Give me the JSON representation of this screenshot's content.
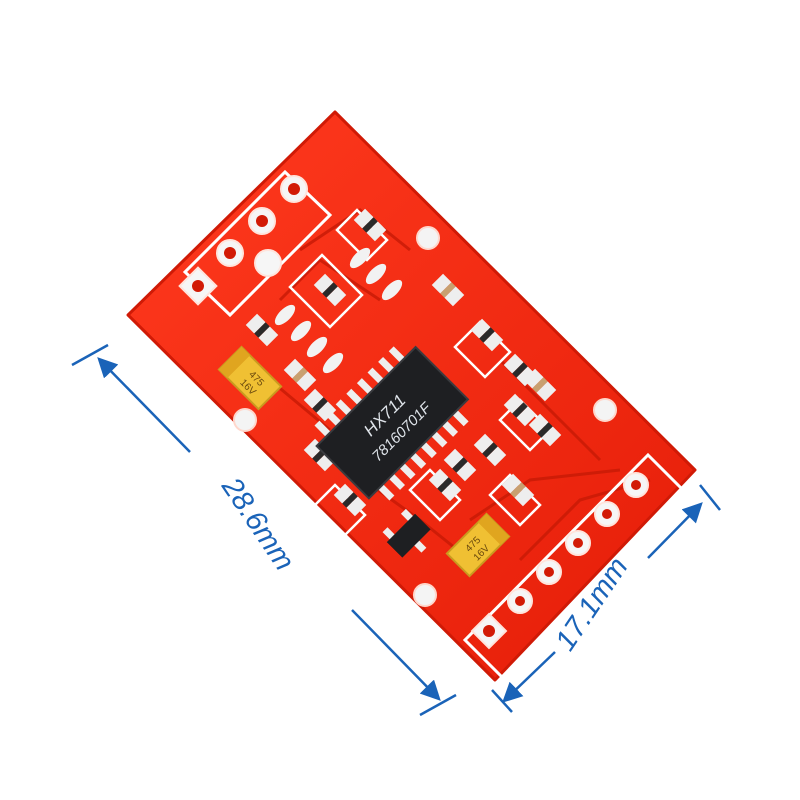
{
  "product": {
    "chip_marking": "HX711",
    "chip_code": "78160701F",
    "capacitor_marking": "475",
    "capacitor_rating": "16V"
  },
  "dimensions": {
    "length": "28.6mm",
    "width": "17.1mm"
  },
  "colors": {
    "pcb": "#f2260f",
    "silkscreen": "#ffffff",
    "pad": "#f6f6f6",
    "ic_body": "#1e1f22",
    "capacitor": "#f0c033",
    "dimension_line": "#1a63b8"
  }
}
